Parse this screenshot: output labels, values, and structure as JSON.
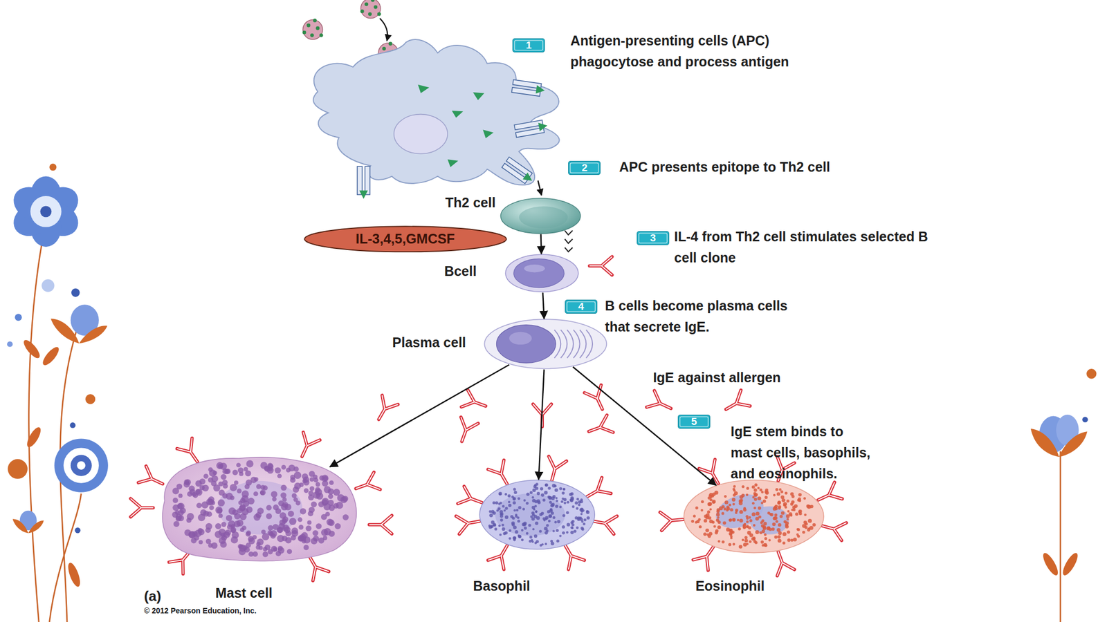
{
  "diagram": {
    "nodes": [
      {
        "text": [
          "1",
          "Antigen-presenting cells (APC) phagocytose and process antigen"
        ]
      },
      {
        "text": [
          "2",
          "APC presents epitope to Th2 cell"
        ]
      },
      {
        "text": [
          "Th2 cell"
        ]
      },
      {
        "text": [
          "IL-3,4,5,GMCSF"
        ]
      },
      {
        "text": [
          "3",
          "IL-4 from Th2 cell stimulates selected B cell clone"
        ]
      },
      {
        "text": [
          "Bcell"
        ]
      },
      {
        "text": [
          "4",
          "B cells become plasma cells that secrete IgE."
        ]
      },
      {
        "text": [
          "Plasma cell"
        ]
      },
      {
        "text": [
          "5",
          "IgE stem binds to mast cells, basophils, and eosinophils."
        ]
      },
      {
        "text": [
          "Mast cell"
        ]
      },
      {
        "text": [
          "Basophil"
        ]
      },
      {
        "text": [
          "Eosinophil"
        ]
      }
    ],
    "edges": [
      {
        "from": 2,
        "to": 5,
        "arrow": "to"
      },
      {
        "from": 5,
        "to": 7,
        "arrow": "to"
      },
      {
        "from": 7,
        "to": 9,
        "arrow": "to"
      },
      {
        "from": 7,
        "to": 10,
        "arrow": "to"
      },
      {
        "from": 7,
        "to": 11,
        "arrow": "to"
      }
    ],
    "labels": [
      "IgE against allergen",
      "(a)",
      "© 2012 Pearson Education, Inc."
    ]
  }
}
